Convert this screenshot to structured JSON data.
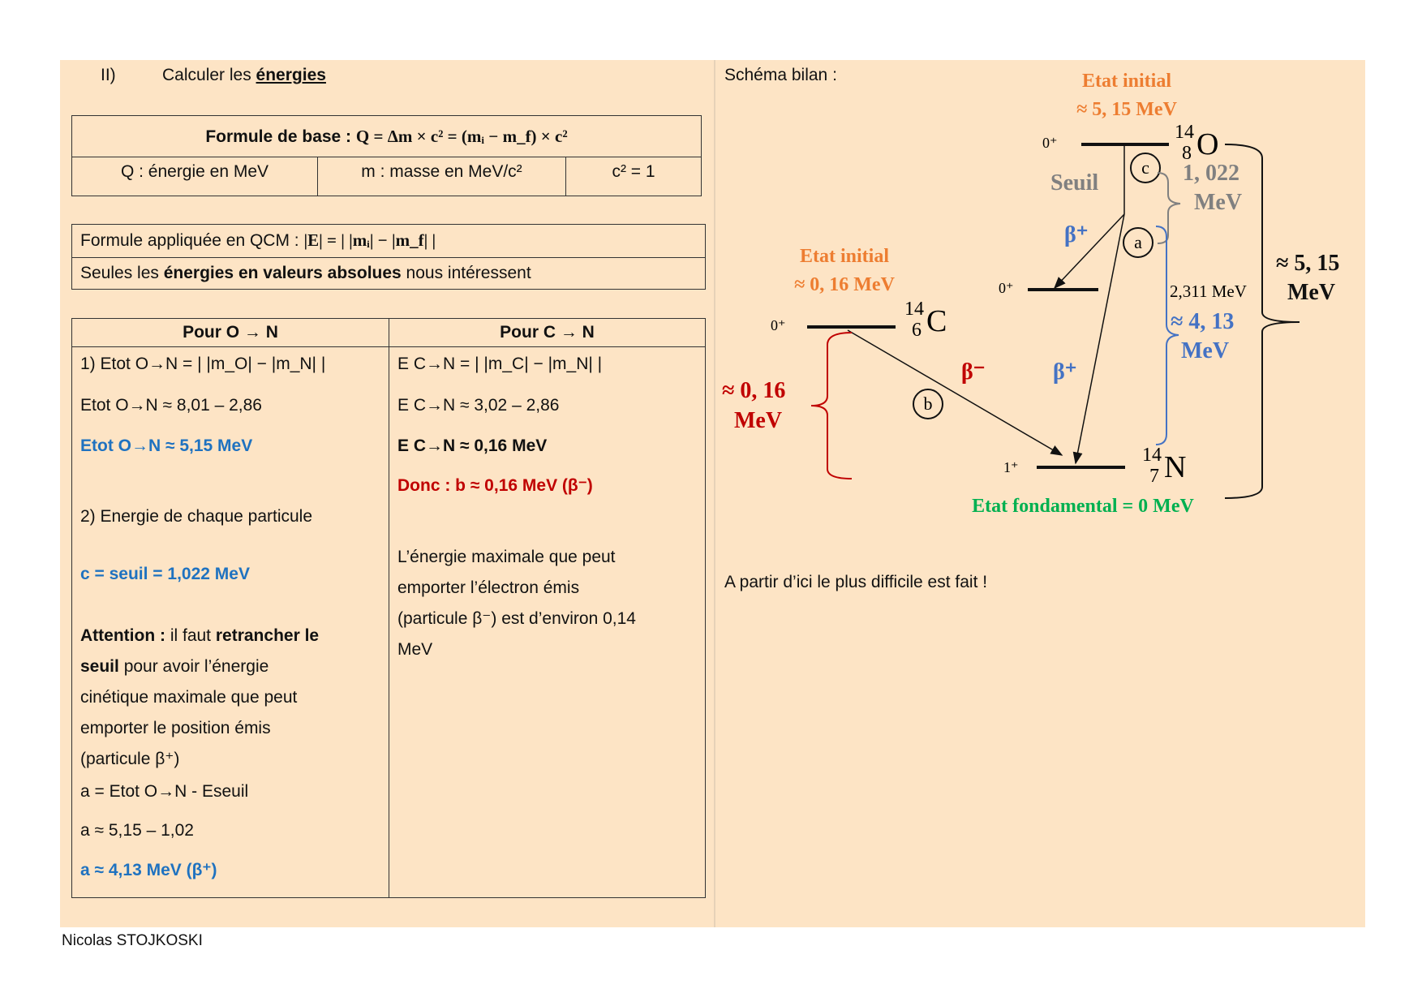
{
  "left": {
    "section_num": "II)",
    "section_title_prefix": "Calculer les ",
    "section_title_emph": "énergies",
    "base_formula": {
      "label": "Formule de base : ",
      "formula": "Q =  Δm × c² = (mᵢ −  m_f) × c²",
      "q_def": "Q : énergie en MeV",
      "m_def": "m : masse en MeV/c²",
      "c_def": "c² = 1"
    },
    "qcm": {
      "label": "Formule appliquée en QCM : ",
      "formula": "|E| = | |mᵢ| − |m_f| |",
      "note_pre": "Seules les ",
      "note_bold": "énergies en valeurs absolues",
      "note_post": " nous intéressent"
    },
    "table": {
      "headers": [
        "Pour O → N",
        "Pour C → N"
      ],
      "col1": {
        "l1": "1) Etot O→N = | |m_O| −  |m_N| |",
        "l2": "Etot O→N ≈ 8,01 – 2,86",
        "l3": "Etot O→N ≈ 5,15 MeV",
        "l4": "2) Energie de chaque particule",
        "l5": "c = seuil = 1,022 MeV",
        "att_bold": "Attention :",
        "att_1": " il faut ",
        "att_bold2": "retrancher le",
        "att_bold3": "seuil",
        "att_2": " pour avoir l’énergie",
        "att_3": "cinétique maximale que peut",
        "att_4": "emporter le position émis",
        "att_5": "(particule β⁺)",
        "l6": "a = Etot O→N - Eseuil",
        "l7": "a ≈ 5,15 – 1,02",
        "l8": "a ≈ 4,13 MeV (β⁺)"
      },
      "col2": {
        "l1": "E C→N = | |m_C| −  |m_N| |",
        "l2": "E C→N ≈ 3,02 – 2,86",
        "l3": "E C→N ≈ 0,16 MeV",
        "l4": "Donc : b ≈ 0,16 MeV (β⁻)",
        "p1": "L’énergie maximale que peut",
        "p2": "emporter l’électron émis",
        "p3": "(particule β⁻) est d’environ 0,14",
        "p4": "MeV"
      }
    }
  },
  "right": {
    "title": "Schéma bilan :",
    "conclusion": "A partir d’ici le plus difficile est fait !",
    "diagram": {
      "o_initial": "Etat initial",
      "o_energy": "≈  5, 15 MeV",
      "o_spin": "0⁺",
      "o_mass": "14",
      "o_z": "8",
      "o_sym": "O",
      "seuil": "Seuil",
      "c_label": "c",
      "seuil_val": "1, 022",
      "seuil_unit": "MeV",
      "beta_plus": "β⁺",
      "a_label": "a",
      "mid_spin": "0⁺",
      "mid_energy": "2,311 MeV",
      "a_val": "≈ 4, 13",
      "a_unit": "MeV",
      "total_val": "≈ 5, 15",
      "total_unit": "MeV",
      "c_initial": "Etat initial",
      "c_energy": "≈  0, 16 MeV",
      "c_spin": "0⁺",
      "c_mass": "14",
      "c_z": "6",
      "c_sym": "C",
      "beta_minus": "β⁻",
      "b_label": "b",
      "b_val": "≈ 0, 16",
      "b_unit": "MeV",
      "n_spin": "1⁺",
      "n_mass": "14",
      "n_z": "7",
      "n_sym": "N",
      "ground": "Etat fondamental = 0 MeV"
    },
    "colors": {
      "orange": "#ED7D31",
      "blue": "#4472C4",
      "red": "#C00000",
      "green": "#00B050",
      "gray": "#808080"
    }
  },
  "footer": {
    "author": "Nicolas STOJKOSKI"
  }
}
